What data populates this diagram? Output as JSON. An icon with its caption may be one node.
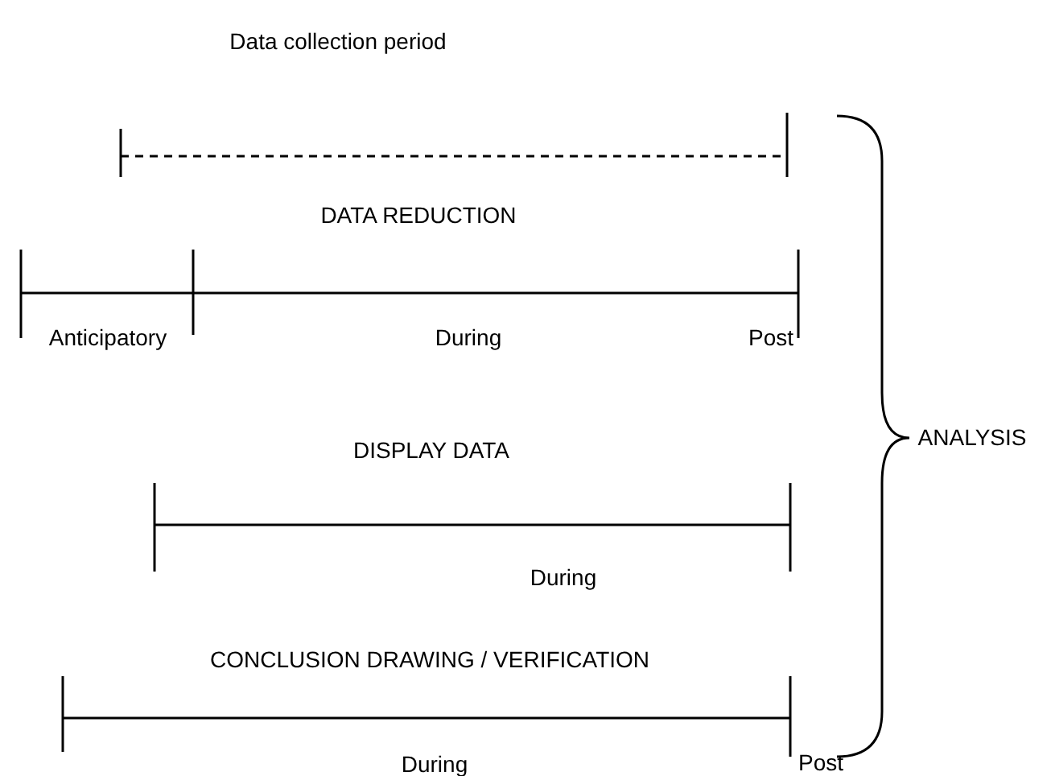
{
  "diagram": {
    "labels": [
      "Data collection period",
      "DATA REDUCTION",
      "Anticipatory",
      "During",
      "Post",
      "ANALYSIS",
      "DISPLAY DATA",
      "During",
      "CONCLUSION DRAWING / VERIFICATION",
      "During",
      "Post"
    ]
  }
}
